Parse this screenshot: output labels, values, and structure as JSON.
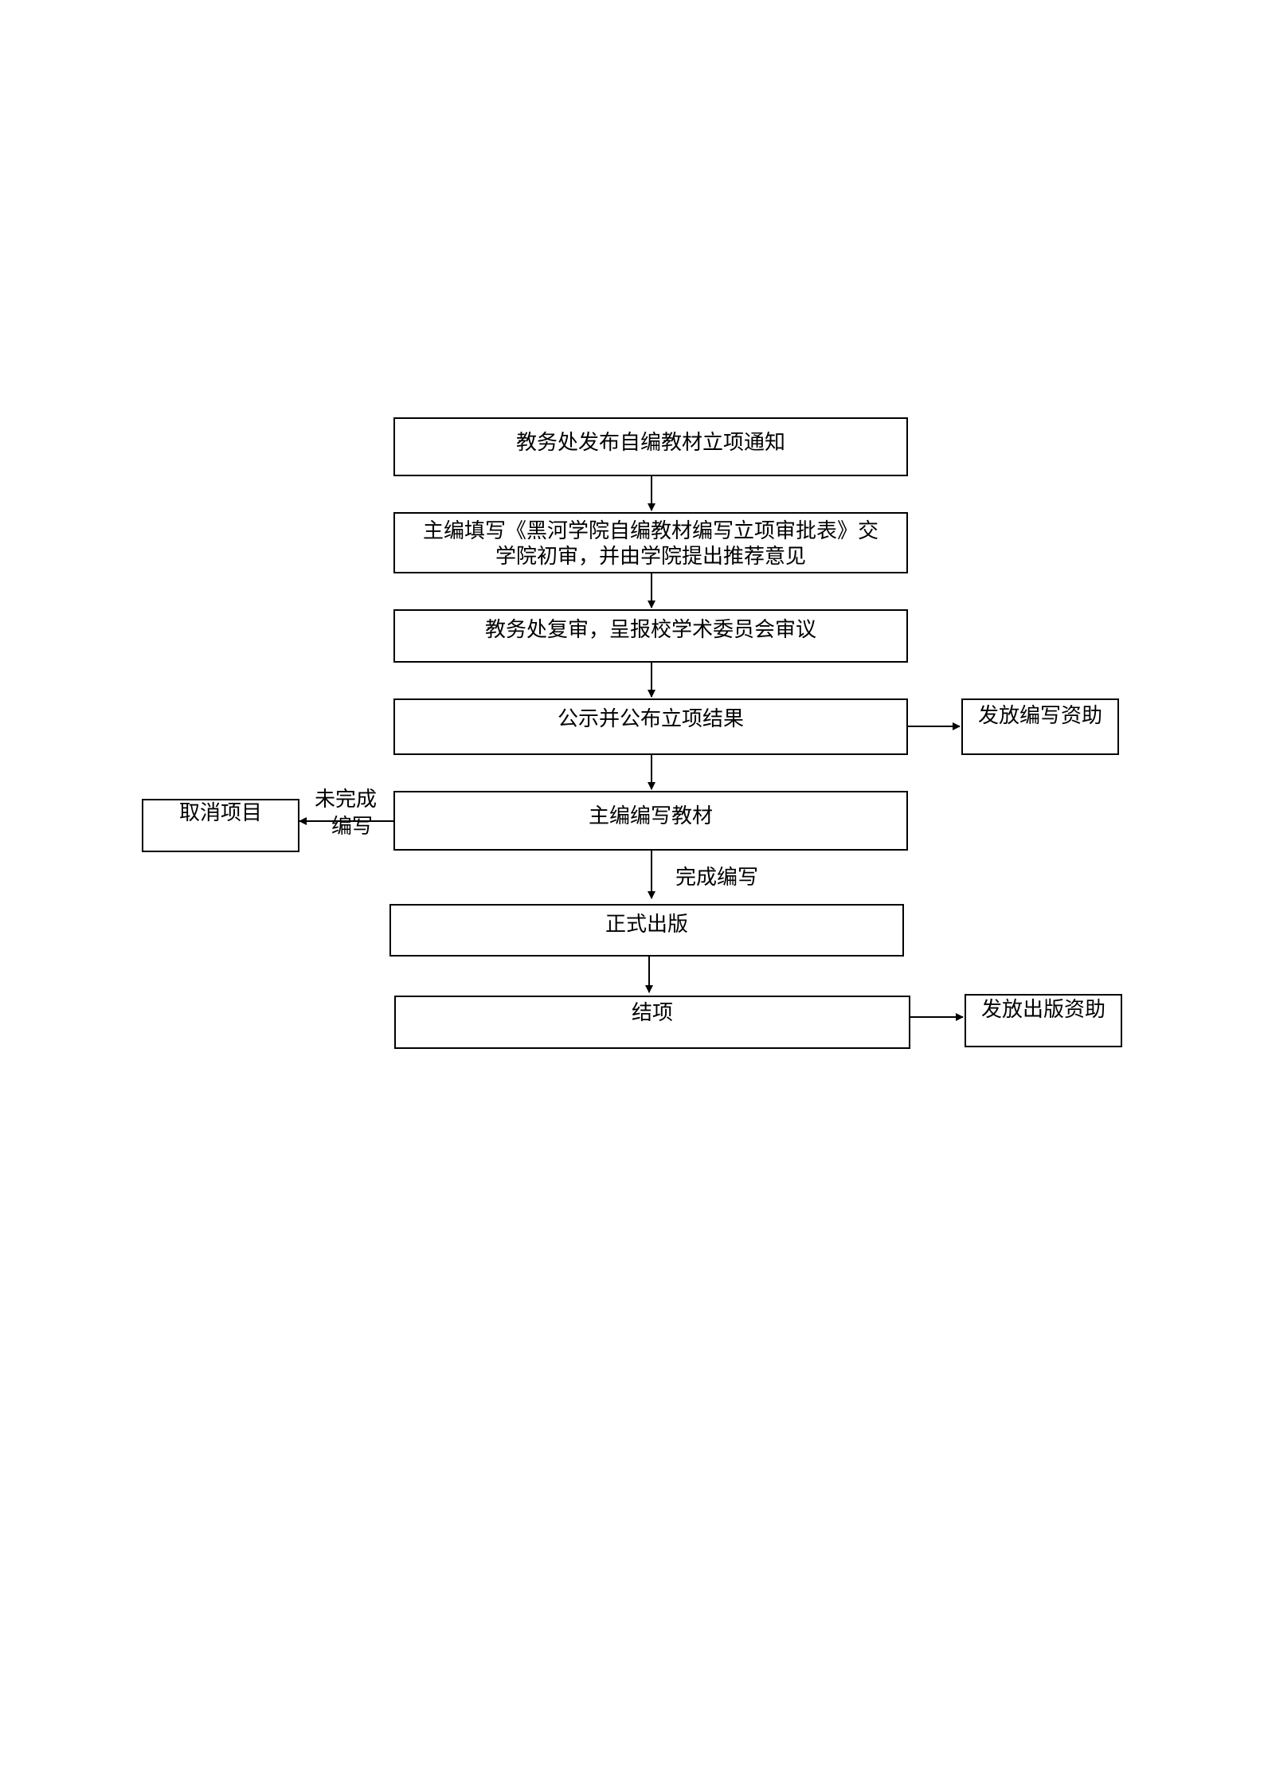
{
  "diagram": {
    "steps": {
      "notice": "教务处发布自编教材立项通知",
      "apply_line1": "主编填写《黑河学院自编教材编写立项审批表》交",
      "apply_line2": "学院初审，并由学院提出推荐意见",
      "review": "教务处复审，呈报校学术委员会审议",
      "publicize": "公示并公布立项结果",
      "write": "主编编写教材",
      "publish": "正式出版",
      "conclude": "结项"
    },
    "side_boxes": {
      "writing_funding": "发放编写资助",
      "cancel_project": "取消项目",
      "publishing_funding": "发放出版资助"
    },
    "edge_labels": {
      "incomplete_line1": "未完成",
      "incomplete_line2": "编写",
      "complete": "完成编写"
    }
  }
}
